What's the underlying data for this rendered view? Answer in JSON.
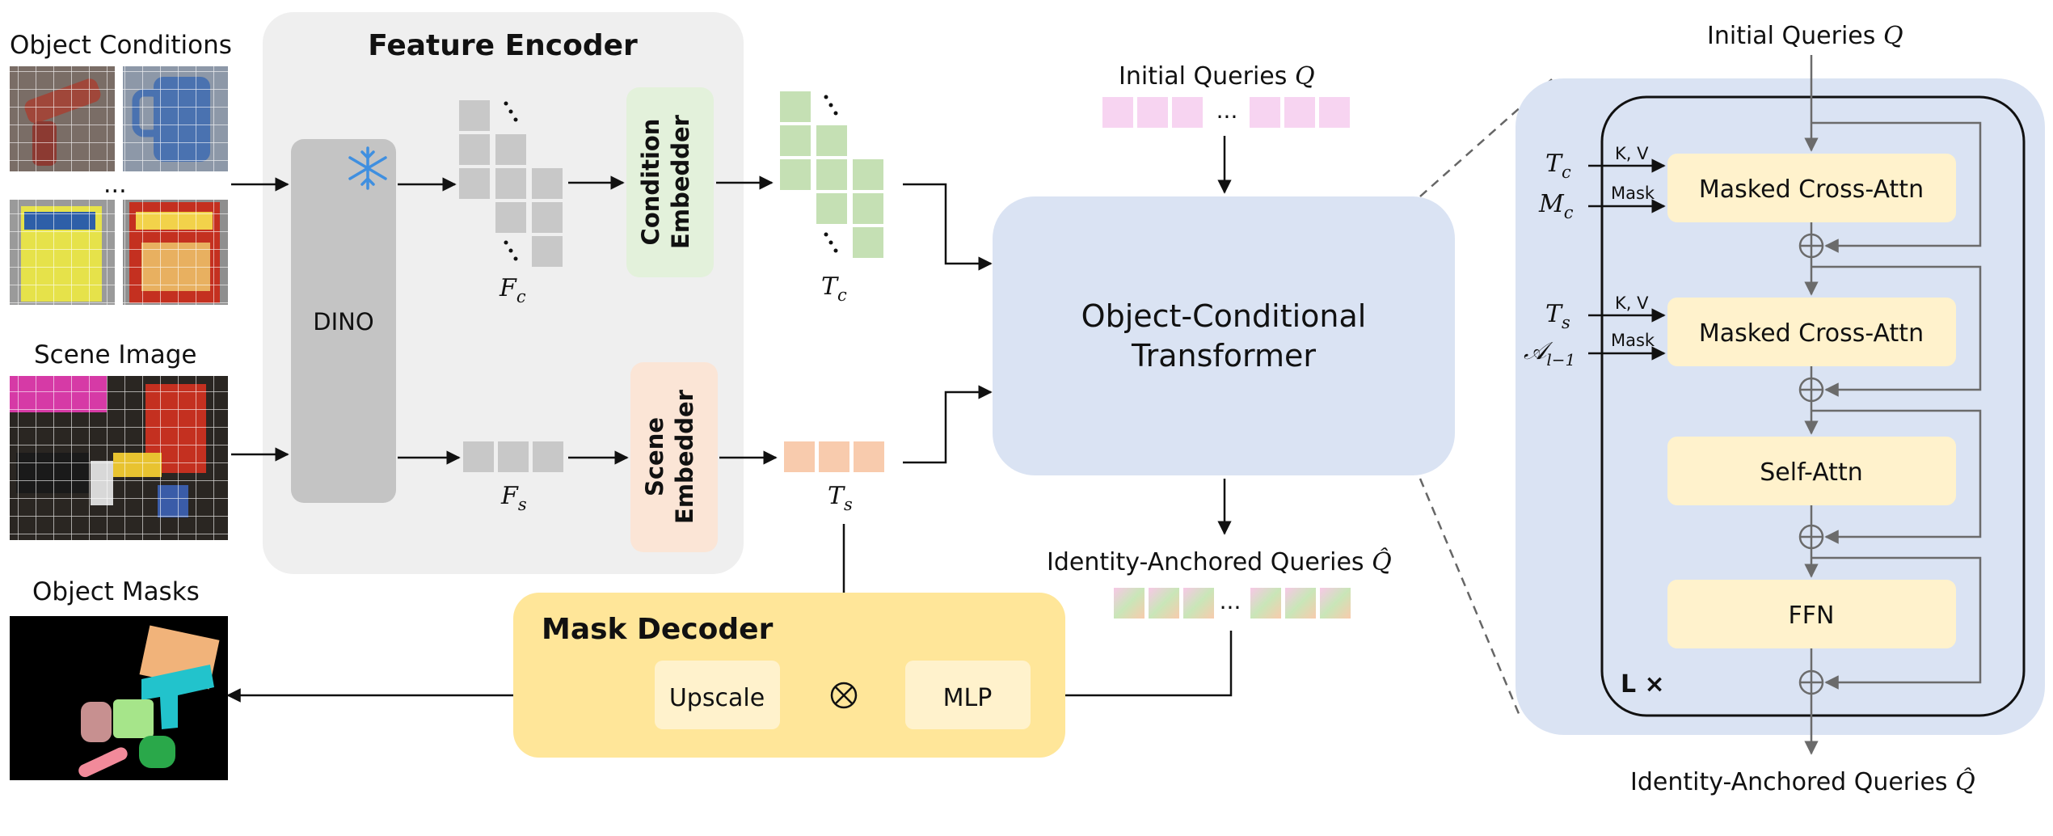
{
  "left": {
    "object_conditions": "Object Conditions",
    "ellipsis": "...",
    "scene_image": "Scene Image",
    "object_masks": "Object Masks"
  },
  "feature_encoder": {
    "title": "Feature Encoder",
    "dino": "DINO",
    "fc": "F",
    "fc_sub": "c",
    "fs": "F",
    "fs_sub": "s",
    "condition_embedder_line1": "Condition",
    "condition_embedder_line2": "Embedder",
    "scene_embedder_line1": "Scene",
    "scene_embedder_line2": "Embedder"
  },
  "tokens": {
    "tc": "T",
    "tc_sub": "c",
    "ts": "T",
    "ts_sub": "s"
  },
  "center": {
    "initial_queries": "Initial Queries ",
    "initial_q": "Q",
    "transformer_line1": "Object-Conditional",
    "transformer_line2": "Transformer",
    "identity_queries": "Identity-Anchored Queries ",
    "identity_q": "Q̂",
    "ellipsis": "..."
  },
  "mask_decoder": {
    "title": "Mask Decoder",
    "upscale": "Upscale",
    "mlp": "MLP"
  },
  "detail": {
    "initial_queries": "Initial Queries ",
    "initial_q": "Q",
    "tc": "T",
    "tc_sub": "c",
    "mc": "M",
    "mc_sub": "c",
    "ts": "T",
    "ts_sub": "s",
    "a": "𝒜",
    "a_sub": "l−1",
    "kv1": "K, V",
    "mask1": "Mask",
    "kv2": "K, V",
    "mask2": "Mask",
    "masked_cross_attn_1": "Masked Cross-Attn",
    "masked_cross_attn_2": "Masked Cross-Attn",
    "self_attn": "Self-Attn",
    "ffn": "FFN",
    "layers": "L ×",
    "identity_queries": "Identity-Anchored Queries ",
    "identity_q": "Q̂"
  },
  "colors": {
    "encoder_bg": "#efefef",
    "dino": "#c4c4c4",
    "feature_token": "#c8c8c8",
    "condition_embedder": "#e3f1db",
    "condition_token": "#c5e0b4",
    "scene_embedder": "#fbe5d6",
    "scene_token": "#f8cbad",
    "transformer": "#dae3f3",
    "query_token": "#f7d4f1",
    "decoder_bg": "#ffe699",
    "decoder_block": "#fff2cc",
    "detail_bg": "#dae3f3",
    "detail_block": "#fff2cc"
  },
  "icons": [
    "snowflake-icon",
    "sum-icon",
    "multiply-icon"
  ]
}
